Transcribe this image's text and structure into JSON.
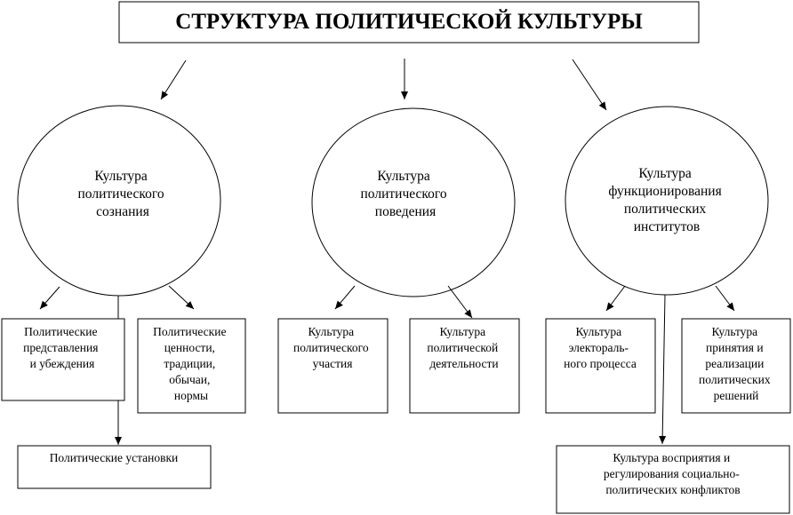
{
  "title": "СТРУКТУРА ПОЛИТИЧЕСКОЙ КУЛЬТУРЫ",
  "components": [
    {
      "label": [
        "Культура",
        "политического",
        "сознания"
      ],
      "children": [
        [
          "Политические",
          "представления",
          "и убеждения"
        ],
        [
          "Политические",
          "ценности,",
          "традиции,",
          "обычаи,",
          "нормы"
        ]
      ],
      "below": [
        "Политические установки"
      ]
    },
    {
      "label": [
        "Культура",
        "политического",
        "поведения"
      ],
      "children": [
        [
          "Культура",
          "политического",
          "участия"
        ],
        [
          "Культура",
          "политической",
          "деятельности"
        ]
      ]
    },
    {
      "label": [
        "Культура",
        "функционирования",
        "политических",
        "институтов"
      ],
      "children": [
        [
          "Культура",
          "электораль-",
          "ного процесса"
        ],
        [
          "Культура",
          "принятия и",
          "реализации",
          "политических",
          "решений"
        ]
      ],
      "below": [
        "Культура восприятия и",
        "регулирования социально-",
        "политических конфликтов"
      ]
    }
  ]
}
